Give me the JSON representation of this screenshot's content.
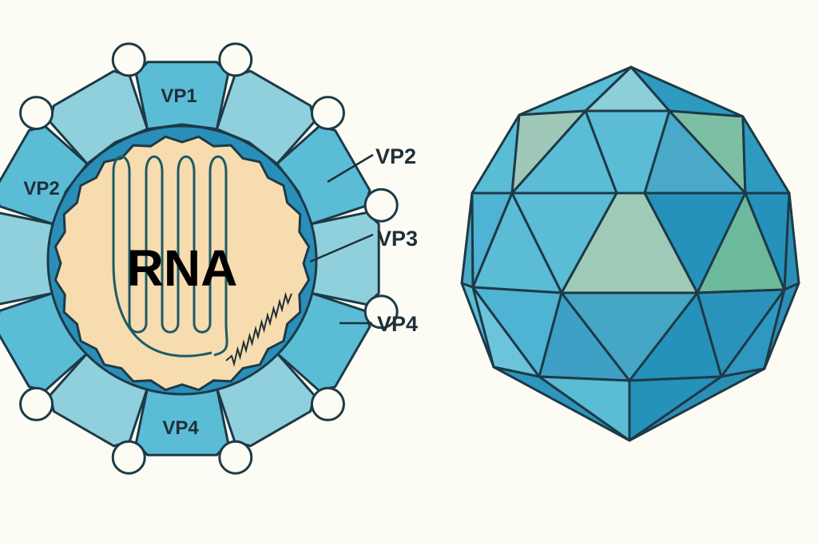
{
  "cross_section": {
    "core_label": "RNA",
    "tile_labels": {
      "top": "VP1",
      "left": "VP2",
      "bottom": "VP4"
    },
    "callouts": [
      "VP2",
      "VP3",
      "VP4"
    ]
  },
  "colors": {
    "background": "#fdfcf4",
    "tile_dark": "#5bbcd6",
    "tile_light": "#8fd0dc",
    "band": "#2a8fb8",
    "core": "#f6dcae",
    "outline": "#1d3a47",
    "rna_strand": "#1f5a66"
  }
}
